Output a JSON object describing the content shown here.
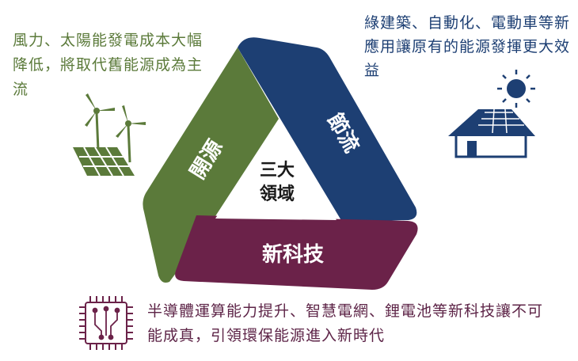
{
  "diagram": {
    "center_text": [
      "三大",
      "領域"
    ],
    "bands": {
      "left": {
        "label": "開源",
        "color": "#5b7a3a"
      },
      "right": {
        "label": "節流",
        "color": "#1d3f73"
      },
      "bottom": {
        "label": "新科技",
        "color": "#6b2249"
      }
    }
  },
  "captions": {
    "kaiyuan": "風力、太陽能發電成本大幅降低，將取代舊能源成為主流",
    "jieliu": "綠建築、自動化、電動車等新應用讓原有的能源發揮更大效益",
    "tech": "半導體運算能力提升、智慧電網、鋰電池等新科技讓不可能成真，引領環保能源進入新時代"
  },
  "icons": [
    "wind-solar-icon",
    "sun-icon",
    "house-solar-icon",
    "chip-icon"
  ]
}
